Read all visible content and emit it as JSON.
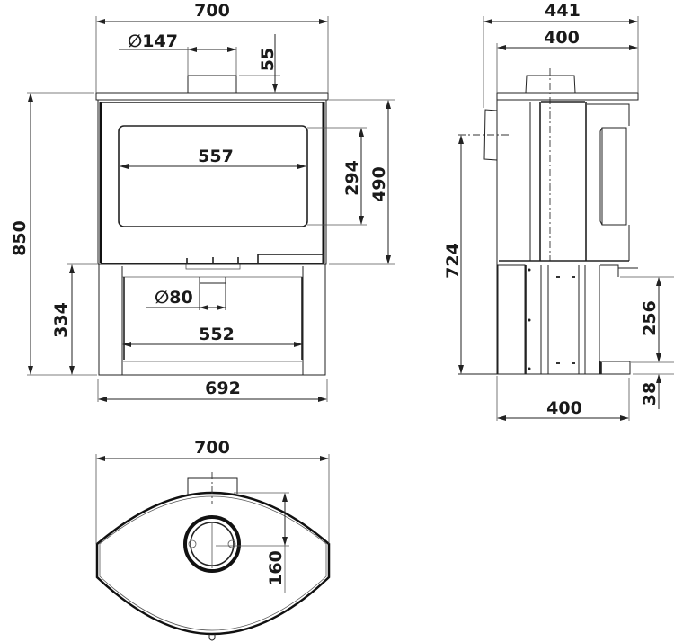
{
  "diagram": {
    "title": "Stove dimensional drawing",
    "units": "mm",
    "colors": {
      "line": "#222222",
      "background": "#ffffff",
      "text": "#1a1a1a"
    }
  },
  "front_view": {
    "overall_width": "700",
    "flue_diameter": "∅147",
    "flue_height": "55",
    "overall_height": "850",
    "firebox_height": "490",
    "glass_height": "294",
    "glass_width": "557",
    "air_inlet_diameter": "∅80",
    "log_store_width": "552",
    "log_store_height": "334",
    "base_width": "692"
  },
  "side_view": {
    "overall_depth": "441",
    "body_depth": "400",
    "rear_flue_height": "724",
    "air_inlet_height": "256",
    "foot_height": "38",
    "base_depth": "400"
  },
  "top_view": {
    "overall_width": "700",
    "flue_offset": "160"
  }
}
